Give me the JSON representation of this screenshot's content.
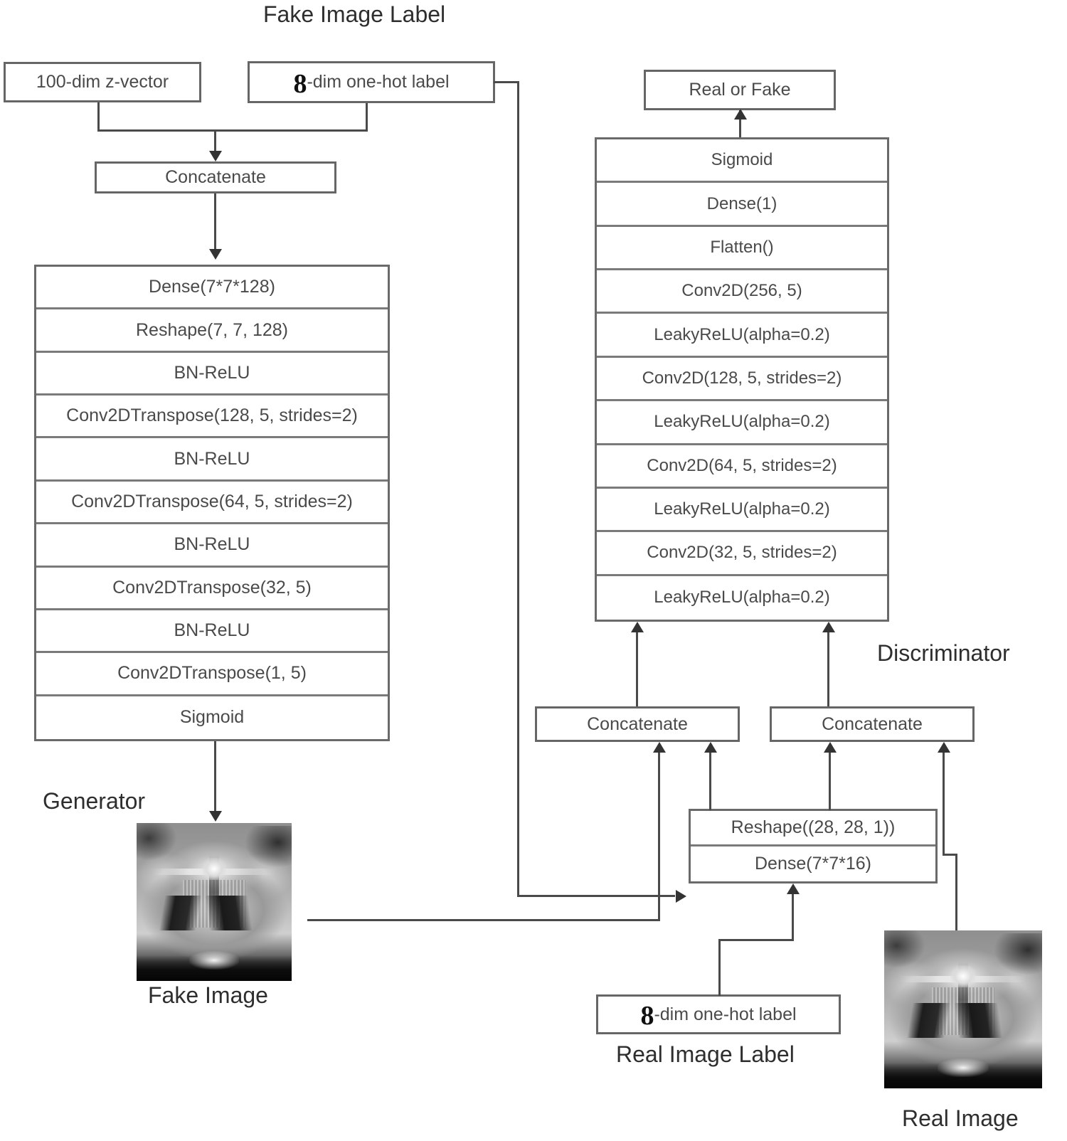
{
  "titles": {
    "fake_image_label": "Fake Image Label",
    "real_image_label": "Real Image Label",
    "generator": "Generator",
    "discriminator": "Discriminator",
    "fake_image": "Fake Image",
    "real_image": "Real Image"
  },
  "inputs": {
    "z_vector": "100-dim z-vector",
    "label_digit": "8",
    "label_suffix": "-dim one-hot label",
    "concatenate": "Concatenate"
  },
  "generator": {
    "name": "Generator",
    "layers": [
      "Dense(7*7*128)",
      "Reshape(7, 7, 128)",
      "BN-ReLU",
      "Conv2DTranspose(128, 5, strides=2)",
      "BN-ReLU",
      "Conv2DTranspose(64, 5, strides=2)",
      "BN-ReLU",
      "Conv2DTranspose(32, 5)",
      "BN-ReLU",
      "Conv2DTranspose(1, 5)",
      "Sigmoid"
    ]
  },
  "discriminator": {
    "name": "Discriminator",
    "output": "Real or Fake",
    "layers": [
      "Sigmoid",
      "Dense(1)",
      "Flatten()",
      "Conv2D(256, 5)",
      "LeakyReLU(alpha=0.2)",
      "Conv2D(128, 5, strides=2)",
      "LeakyReLU(alpha=0.2)",
      "Conv2D(64, 5, strides=2)",
      "LeakyReLU(alpha=0.2)",
      "Conv2D(32, 5, strides=2)",
      "LeakyReLU(alpha=0.2)"
    ]
  },
  "merge": {
    "concat_fake": "Concatenate",
    "concat_real": "Concatenate",
    "label_embed": [
      "Reshape((28, 28, 1))",
      "Dense(7*7*16)"
    ]
  },
  "real_label_box": {
    "digit": "8",
    "suffix": "-dim one-hot label"
  },
  "colors": {
    "box_border": "#666666",
    "row_border": "#7a7a7a",
    "line": "#4a4a4a",
    "text": "#4a4a4a",
    "caption": "#2e2e2e"
  }
}
